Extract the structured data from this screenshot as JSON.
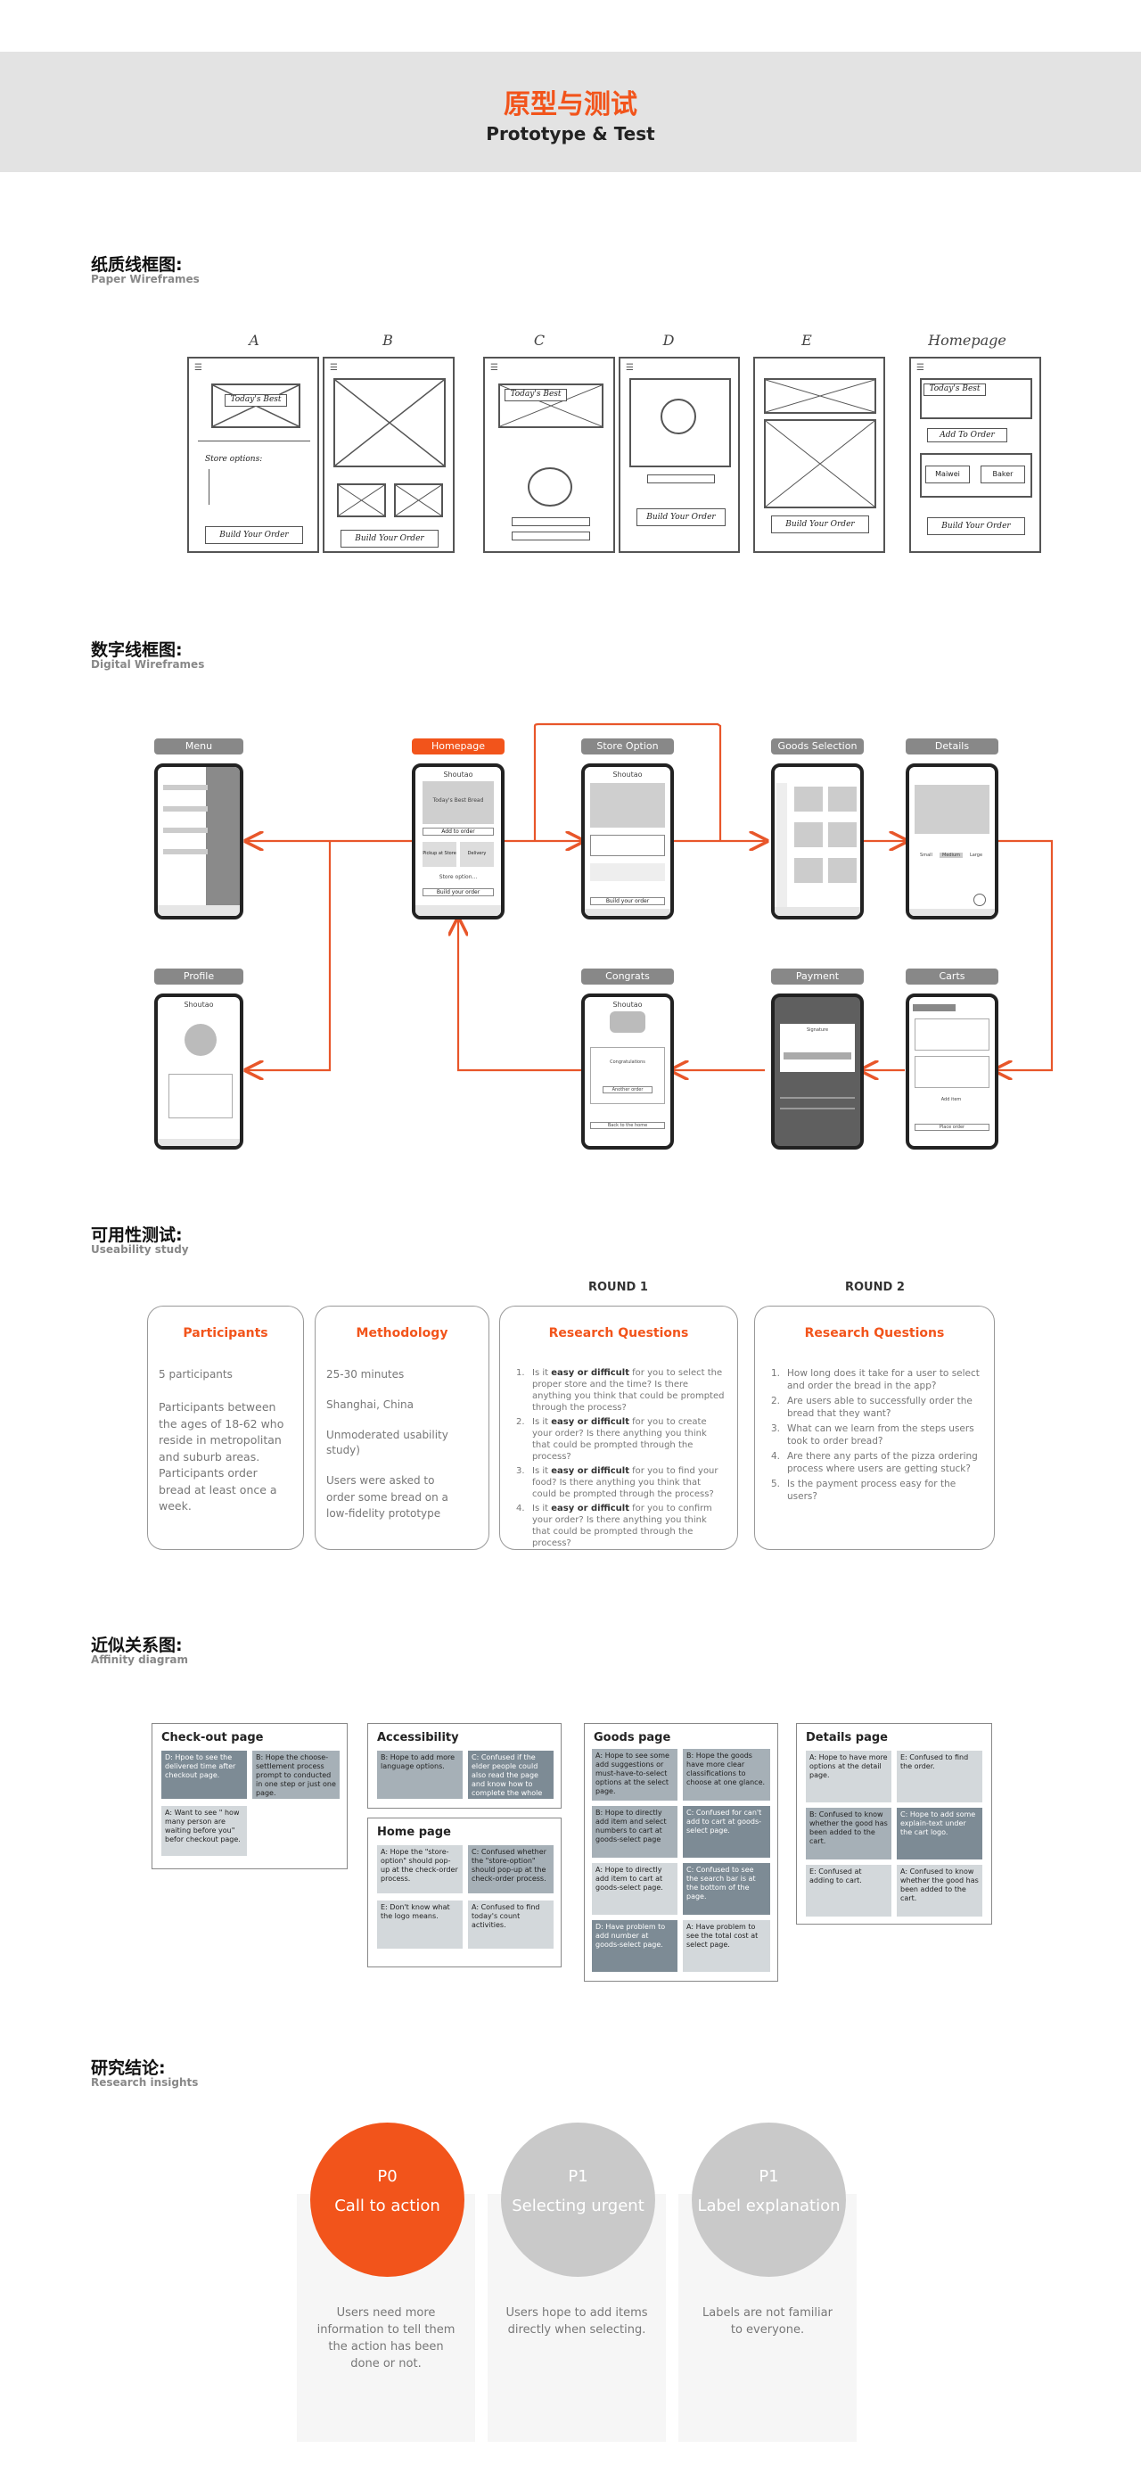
{
  "banner": {
    "title_cn": "原型与测试",
    "title_en": "Prototype & Test"
  },
  "paper": {
    "title_cn": "纸质线框图:",
    "title_en": "Paper Wireframes",
    "labels": [
      "A",
      "B",
      "C",
      "D",
      "E",
      "Homepage"
    ],
    "texts": {
      "todays_best": "Today's Best",
      "store_options": "Store options:",
      "build_order": "Build Your Order",
      "add_to_order": "Add To Order",
      "maiwei": "Maiwei",
      "baker": "Baker"
    }
  },
  "digital": {
    "title_cn": "数字线框图:",
    "title_en": "Digital Wireframes",
    "screens": {
      "menu": "Menu",
      "homepage": "Homepage",
      "store_option": "Store Option",
      "goods_selection": "Goods Selection",
      "details": "Details",
      "profile": "Profile",
      "congrats": "Congrats",
      "payment": "Payment",
      "carts": "Carts"
    },
    "mini": {
      "shoutao": "Shoutao",
      "todays_best": "Today's Best Bread",
      "add_to_order": "Add to order",
      "pickup": "Pickup at Store",
      "delivery": "Delivery",
      "store_option": "Store option...",
      "build_order": "Build your order",
      "congrats_txt": "Congratulations",
      "another": "Another order",
      "back_home": "Back to the home",
      "signature": "Signature",
      "add_item": "Add item",
      "place_order": "Place order",
      "small": "Small",
      "medium": "Medium",
      "large": "Large"
    }
  },
  "usability": {
    "title_cn": "可用性测试:",
    "title_en": "Useability study",
    "round1": "ROUND 1",
    "round2": "ROUND 2",
    "participants": {
      "heading": "Participants",
      "p1": "5 participants",
      "p2": "Participants between the ages of 18-62 who reside in metropolitan and suburb areas. Participants order bread at least once a week."
    },
    "methodology": {
      "heading": "Methodology",
      "p1": "25-30 minutes",
      "p2": "Shanghai, China",
      "p3": "Unmoderated usability study)",
      "p4": "Users were asked to order some bread on a low-fidelity prototype"
    },
    "rq1": {
      "heading": "Research Questions",
      "items": [
        {
          "n": "1.",
          "a": "Is it ",
          "b": "easy or difficult",
          "c": " for you to select the proper store and the time? Is there anything you think that could be prompted through the process?"
        },
        {
          "n": "2.",
          "a": "Is it ",
          "b": "easy or difficult",
          "c": " for you to create your order? Is there anything you think that could be prompted through the process?"
        },
        {
          "n": "3.",
          "a": "Is it ",
          "b": "easy or difficult",
          "c": " for you to find your food? Is there anything you think that could be prompted through the process?"
        },
        {
          "n": "4.",
          "a": "Is it ",
          "b": "easy or difficult",
          "c": " for you to confirm your order? Is there anything you think that could be prompted through the process?"
        }
      ]
    },
    "rq2": {
      "heading": "Research Questions",
      "items": [
        {
          "n": "1.",
          "t": "How long does it take for a user to select and order the bread in the app?"
        },
        {
          "n": "2.",
          "t": "Are users able to successfully order the bread that they want?"
        },
        {
          "n": "3.",
          "t": "What can we learn from the steps users took to order bread?"
        },
        {
          "n": "4.",
          "t": "Are there any parts of the pizza ordering process where users are getting stuck?"
        },
        {
          "n": "5.",
          "t": "Is the payment process easy for the users?"
        }
      ]
    }
  },
  "affinity": {
    "title_cn": "近似关系图:",
    "title_en": "Affinity diagram",
    "checkout": {
      "title": "Check-out page",
      "notes": [
        "D: Hpoe to see the delivered time after checkout page.",
        "B: Hope the choose-settlement process prompt to conducted in one step or just one page.",
        "A: Want to see \" how many person are waiting before you\" befor checkout page."
      ]
    },
    "accessibility": {
      "title": "Accessibility",
      "notes": [
        "B: Hope to add more language options.",
        "C: Confused if the elder people could also read the page and know how to complete the whole task flow."
      ]
    },
    "home": {
      "title": "Home page",
      "notes": [
        "A: Hope the \"store-option\" should pop-up at the check-order process.",
        "C: Confused whether the \"store-option\" should pop-up at the check-order process.",
        "E: Don't know what the logo means.",
        "A: Confused to find today's count activities."
      ]
    },
    "goods": {
      "title": "Goods page",
      "notes": [
        "A: Hope to see some add suggestions or must-have-to-select options at the select page.",
        "B: Hope the goods have more clear classifications to choose at one glance.",
        "B: Hope to directly add item and select numbers to cart at goods-select page",
        "C: Confused for can't add to cart at goods-select page.",
        "A: Hope to directly add item to cart at goods-select page.",
        "C: Confused to see the search bar is at the bottom of the page.",
        "D: Have problem to add number at goods-select page.",
        "A: Have problem to see the total cost at select page."
      ]
    },
    "details": {
      "title": "Details page",
      "notes": [
        "A: Hope to have more options at the detail page.",
        "E: Confused to find the order.",
        "B: Confused to know whether the good has been added to the cart.",
        "C: Hope to add some explain-text under the cart logo.",
        "E: Confused at adding to cart.",
        "A: Confused to know whether the good has been added to the cart."
      ]
    }
  },
  "insights": {
    "title_cn": "研究结论:",
    "title_en": "Research insights",
    "items": [
      {
        "priority": "P0",
        "title": "Call to action",
        "desc": "Users need more information to tell them the action has been done or not.",
        "color": "#f2541b"
      },
      {
        "priority": "P1",
        "title": "Selecting urgent",
        "desc": "Users hope to add items directly when selecting.",
        "color": "#c9c9c9"
      },
      {
        "priority": "P1",
        "title": "Label explanation",
        "desc": "Labels are not familiar to everyone.",
        "color": "#c9c9c9"
      }
    ]
  },
  "colors": {
    "accent": "#f2541b",
    "banner_bg": "#e3e3e3",
    "arrow": "#e8562a"
  }
}
